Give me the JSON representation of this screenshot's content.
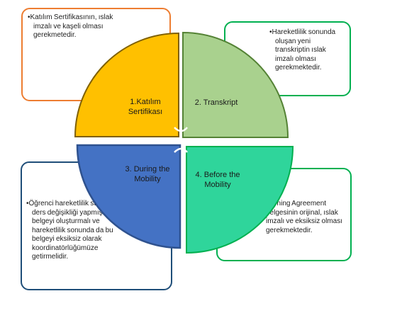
{
  "quadrants": [
    {
      "label": "1.Katılım\nSertifikası",
      "color": "#ffc000"
    },
    {
      "label": "2. Transkript",
      "color": "#a9d18e"
    },
    {
      "label": "3. During the\nMobility",
      "color": "#4472c4"
    },
    {
      "label": "4. Before the\nMobility",
      "color": "#2fd59b"
    }
  ],
  "notes": [
    {
      "text": "Katılım Sertifikasının, ıslak imzalı ve kaşeli olması gerekmetedir.",
      "border_color": "#ed7d31"
    },
    {
      "text": "Hareketlilik sonunda oluşan yeni transkriptin ıslak imzalı olması gerekmektedir.",
      "border_color": "#00b050"
    },
    {
      "text": "Öğrenci hareketlilik süresince ders değişikliği yapmışsa bu belgeyi oluşturmalı ve hareketlilik sonunda da bu belgeyi eksiksiz olarak koordinatörlüğümüze getirmelidir.",
      "border_color": "#1f4e79"
    },
    {
      "text": "Learning Agreement belgesinin orijinal, ıslak imzalı ve eksiksiz olması gerekmektedir.",
      "border_color": "#00b050"
    }
  ]
}
